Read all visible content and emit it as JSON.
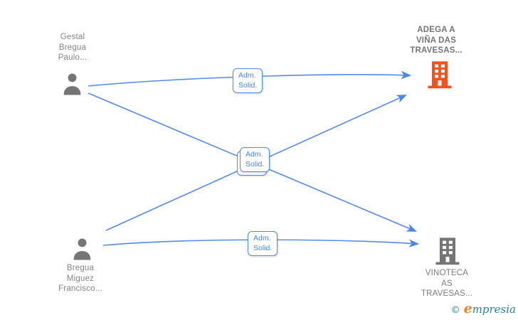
{
  "diagram": {
    "people": [
      {
        "name": "Gestal\nBregua\nPaulo..."
      },
      {
        "name": "Bregua\nMiguez\nFrancisco..."
      }
    ],
    "companies": [
      {
        "name": "ADEGA A\nVIÑA DAS\nTRAVESAS..."
      },
      {
        "name": "VINOTECA\nAS\nTRAVESAS..."
      }
    ],
    "edge_labels": [
      {
        "line1": "Adm.",
        "line2": "Solid."
      },
      {
        "line1": "Adm.",
        "line2": "Solid."
      },
      {
        "line1": "Adm.",
        "line2": "Solid."
      },
      {
        "line1": "Adm.",
        "line2": "Solid."
      }
    ],
    "edges_meaning": [
      "Gestal Bregua Paulo -> ADEGA A VIÑA DAS TRAVESAS (Adm. Solid.)",
      "Gestal Bregua Paulo -> VINOTECA AS TRAVESAS (Adm. Solid.)",
      "Bregua Miguez Francisco -> ADEGA A VIÑA DAS TRAVESAS (Adm. Solid.)",
      "Bregua Miguez Francisco -> VINOTECA AS TRAVESAS (Adm. Solid.)"
    ]
  },
  "colors": {
    "edge_blue": "#548aec",
    "label_text_blue": "#4285f4",
    "label_border_blue": "#4d8af0",
    "node_text_gray": "#848484",
    "person_icon_gray": "#757575",
    "building_orange": "#f4511e",
    "building_gray": "#757575",
    "logo_teal": "#2a7f93",
    "logo_orange": "#f08220"
  },
  "footer": {
    "copyright": "©",
    "brand_initial": "e",
    "brand_rest": "mpresia"
  }
}
